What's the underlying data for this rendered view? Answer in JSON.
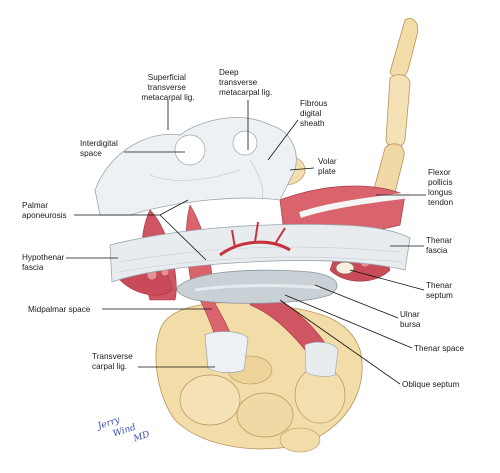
{
  "labels": {
    "superficial_transverse_metacarpal_lig": [
      "Superficial",
      "transverse",
      "metacarpal lig."
    ],
    "deep_transverse_metacarpal_lig": [
      "Deep",
      "transverse",
      "metacarpal lig."
    ],
    "fibrous_digital_sheath": [
      "Fibrous",
      "digital",
      "sheath"
    ],
    "interdigital_space": [
      "Interdigital",
      "space"
    ],
    "volar_plate": [
      "Volar",
      "plate"
    ],
    "flexor_pollicis_longus_tendon": [
      "Flexor",
      "pollicis",
      "longus",
      "tendon"
    ],
    "palmar_aponeurosis": [
      "Palmar",
      "aponeurosis"
    ],
    "hypothenar_fascia": [
      "Hypothenar",
      "fascia"
    ],
    "thenar_fascia": [
      "Thenar",
      "fascia"
    ],
    "thenar_septum": [
      "Thenar",
      "septum"
    ],
    "midpalmar_space": [
      "Midpalmar space"
    ],
    "ulnar_bursa": [
      "Ulnar",
      "bursa"
    ],
    "thenar_space": [
      "Thenar space"
    ],
    "transverse_carpal_lig": [
      "Transverse",
      "carpal lig."
    ],
    "oblique_septum": [
      "Oblique septum"
    ]
  },
  "signature": [
    "Jerry",
    "Wind",
    "MD"
  ],
  "colors": {
    "bone": "#f2dca8",
    "bone_shadow": "#d8b57a",
    "muscle": "#d9646e",
    "muscle_dark": "#b23a47",
    "ligament": "#e8ecef",
    "ligament_shadow": "#b9c2ca",
    "tendon_sheath": "#c9d0d6",
    "vessel": "#c8323e"
  }
}
